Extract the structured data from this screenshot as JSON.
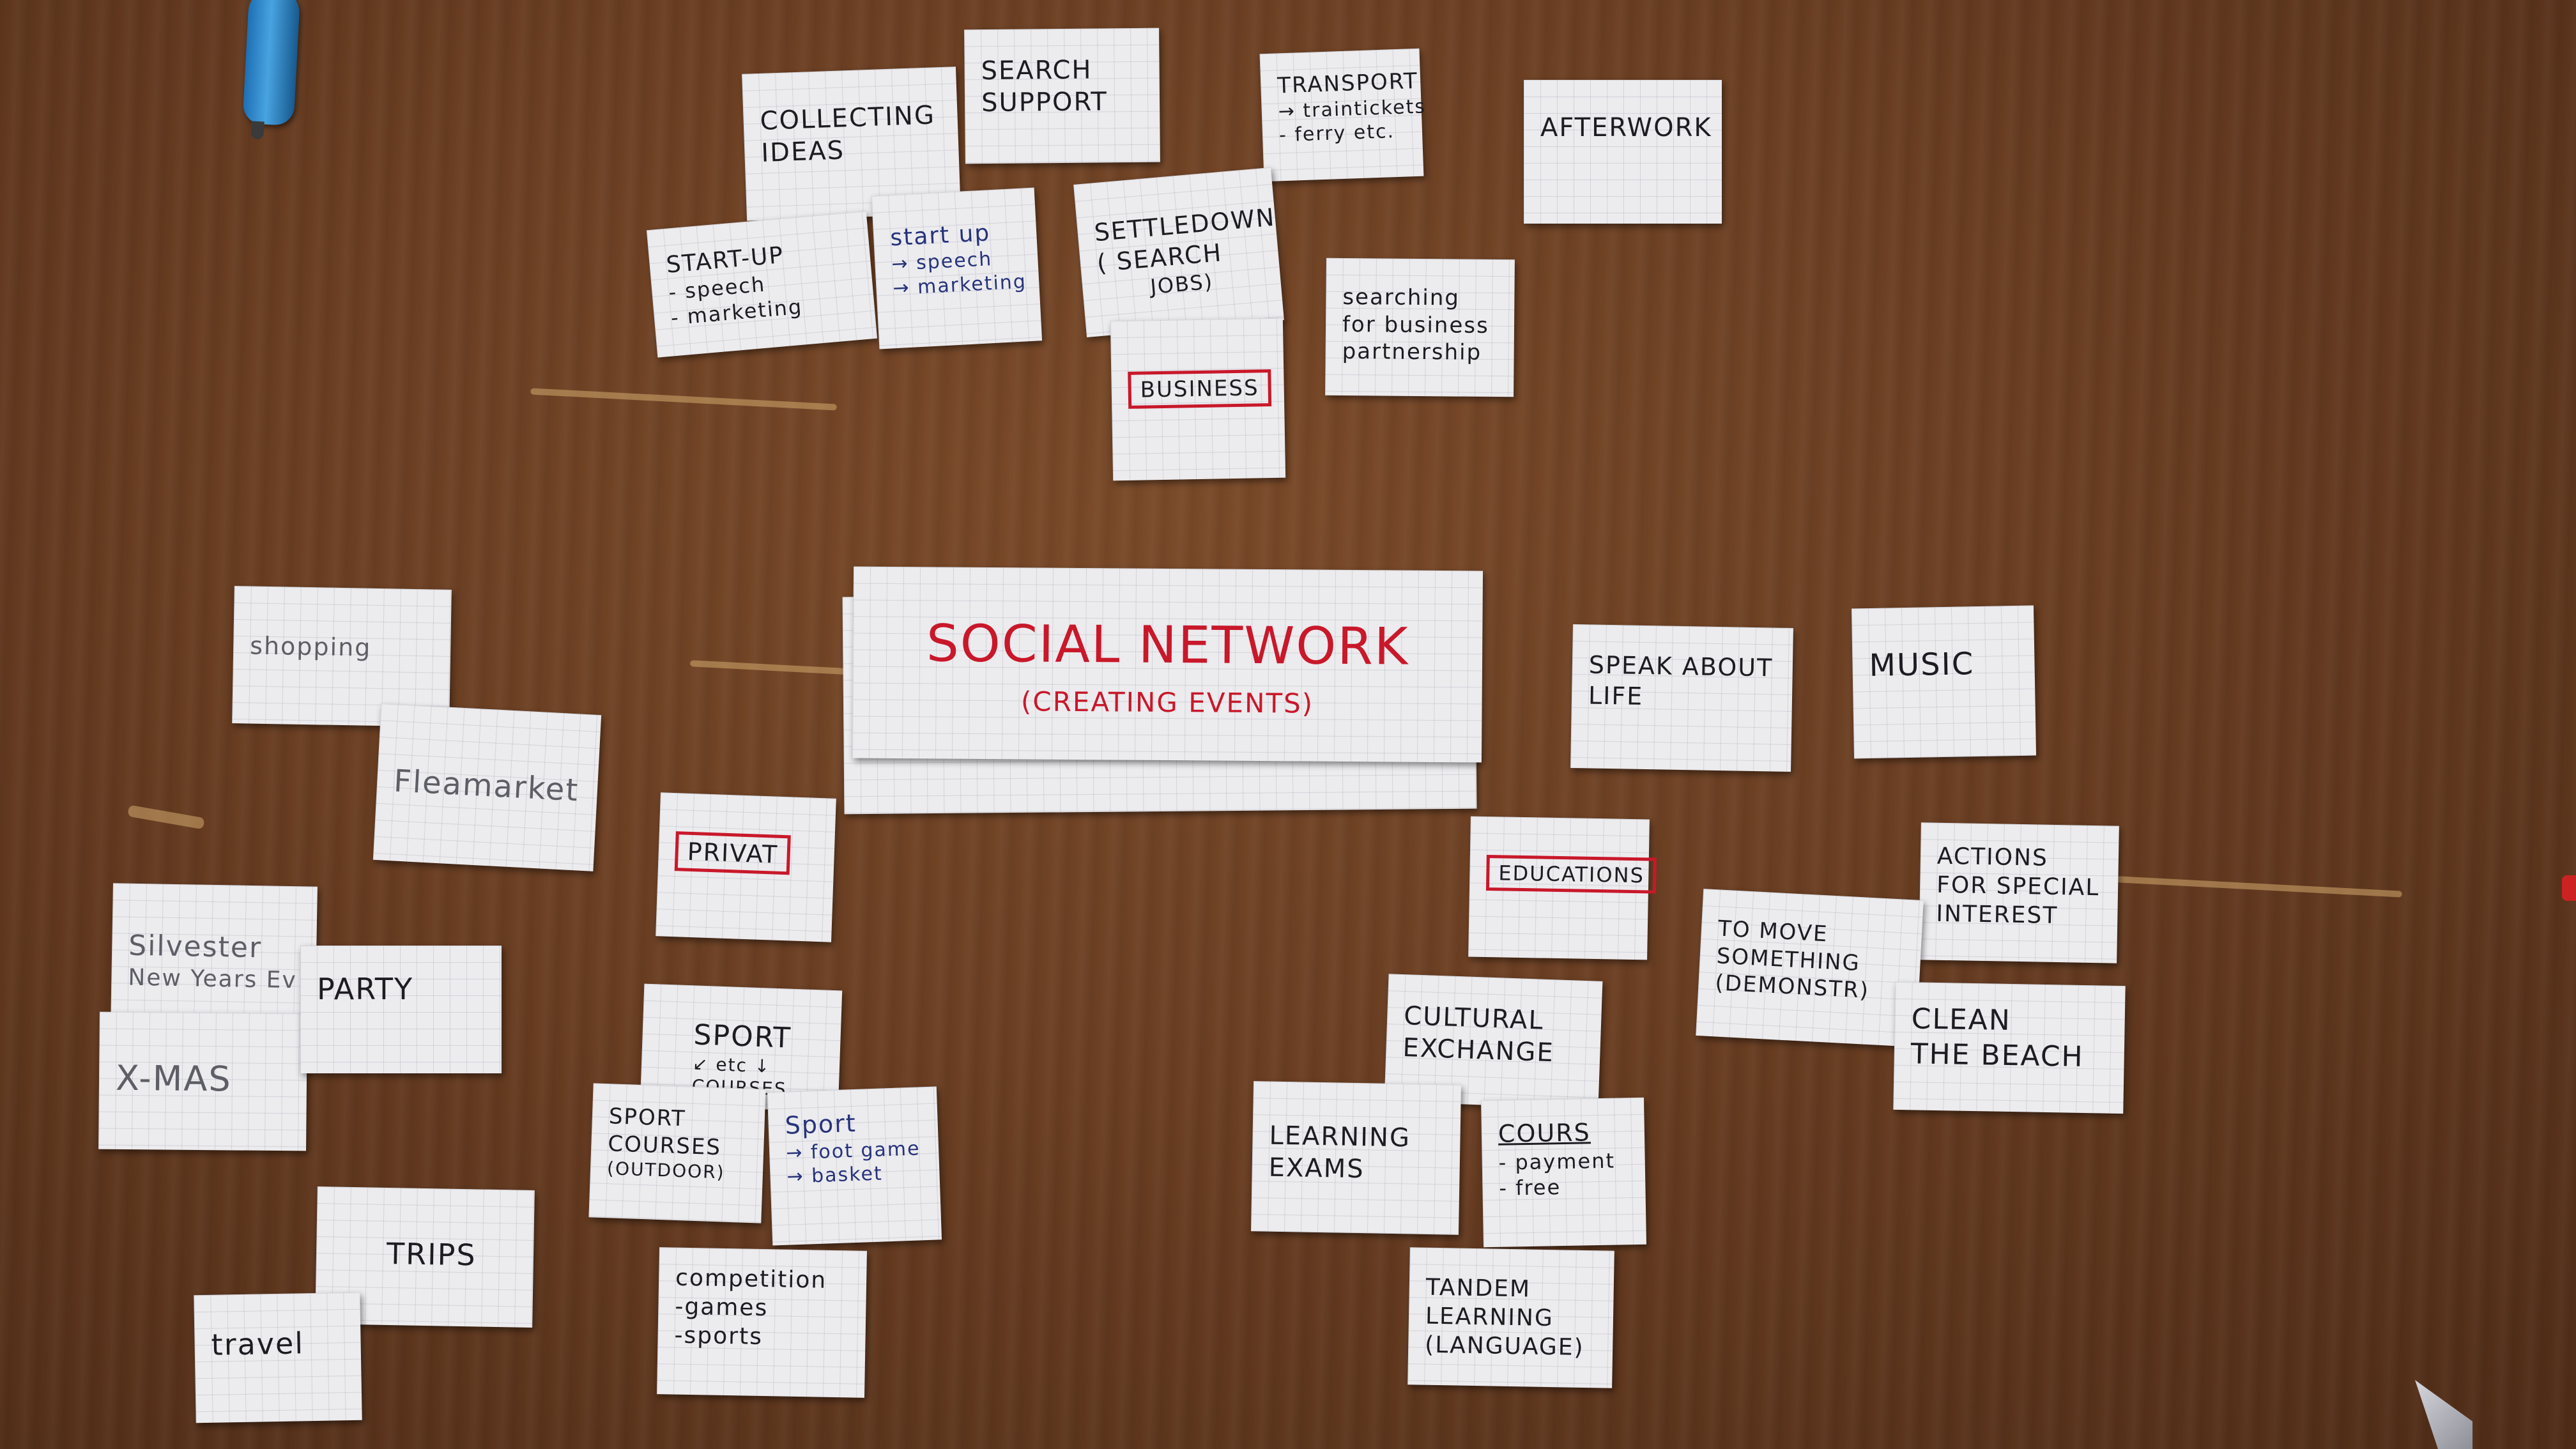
{
  "center": {
    "title": "SOCIAL NETWORK",
    "subtitle": "(CREATING EVENTS)"
  },
  "business": {
    "label": "BUSINESS",
    "collecting_ideas": [
      "COLLECTING",
      "IDEAS"
    ],
    "search_support": [
      "SEARCH",
      "SUPPORT"
    ],
    "transport": [
      "TRANSPORT",
      "→ traintickets",
      "- ferry etc."
    ],
    "afterwork": "AFTERWORK",
    "startup_black": [
      "START-UP",
      "- speech",
      "- marketing"
    ],
    "startup_blue": [
      "start up",
      "→ speech",
      "→ marketing"
    ],
    "settledown": [
      "SETTLEDOWN",
      "( SEARCH",
      "JOBS)"
    ],
    "partnership": [
      "searching",
      "for business",
      "partnership"
    ]
  },
  "privat": {
    "label": "PRIVAT",
    "shopping": "shopping",
    "fleamarket": "Fleamarket",
    "silvester": [
      "Silvester",
      "New Years Ev"
    ],
    "party": "PARTY",
    "xmas": "X-MAS",
    "trips": "TRIPS",
    "travel": "travel",
    "sport_header": [
      "SPORT",
      "↙ etc ↓",
      "COURSES"
    ],
    "sport_courses": [
      "SPORT",
      "COURSES",
      "(OUTDOOR)"
    ],
    "sport_blue": [
      "Sport",
      "→ foot game",
      "→ basket"
    ],
    "competition": [
      "competition",
      "-games",
      "-sports"
    ]
  },
  "education": {
    "label": "EDUCATIONS",
    "speak_about_life": [
      "SPEAK ABOUT",
      "LIFE"
    ],
    "music": "MUSIC",
    "special_interest": [
      "ACTIONS",
      "FOR SPECIAL",
      "INTEREST"
    ],
    "move_something": [
      "TO MOVE",
      "SOMETHING",
      "(DEMONSTR)"
    ],
    "clean_beach": [
      "CLEAN",
      "THE BEACH"
    ],
    "cultural_exchange": [
      "CULTURAL",
      "EXCHANGE"
    ],
    "learning_exams": [
      "LEARNING",
      "EXAMS"
    ],
    "cours": [
      "COURS",
      "- payment",
      "- free"
    ],
    "tandem": [
      "TANDEM",
      "LEARNING",
      "(LANGUAGE)"
    ]
  }
}
